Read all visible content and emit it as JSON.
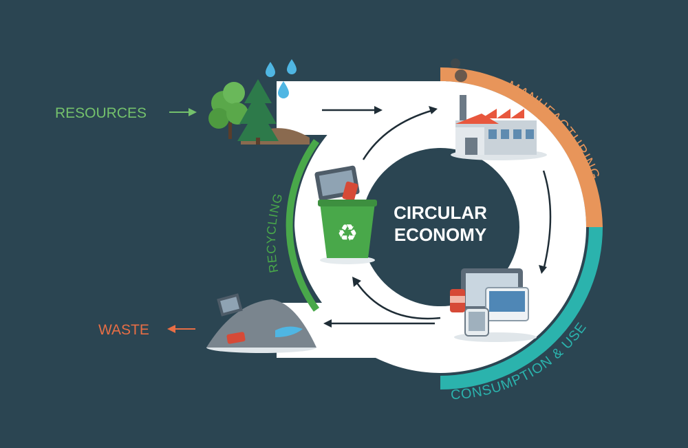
{
  "center": {
    "line1": "CIRCULAR",
    "line2": "ECONOMY"
  },
  "labels": {
    "resources": "RESOURCES",
    "waste": "WASTE",
    "manufacturing": "MANUFACTURING",
    "recycling": "RECYCLING",
    "consumption": "CONSUMPTION & USE"
  },
  "colors": {
    "background": "#2b4552",
    "ring": "#ffffff",
    "manufacturing": "#e8955a",
    "consumption": "#2bb3ad",
    "recycling": "#49a84a",
    "resources_text": "#74c16c",
    "waste_text": "#e86e45",
    "arrow": "#1f2d36"
  },
  "icons": [
    "trees-icon",
    "water-drops-icon",
    "factory-icon",
    "devices-icon",
    "recycle-bin-icon",
    "waste-pile-icon"
  ]
}
